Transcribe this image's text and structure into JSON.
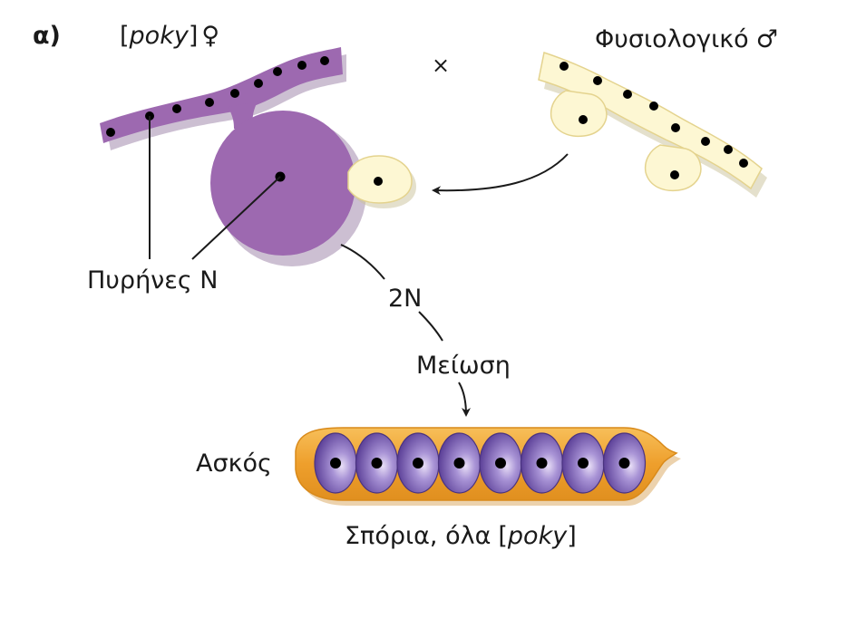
{
  "panel_label": "α)",
  "female": {
    "bracket_open": "[",
    "strain": "poky",
    "bracket_close": "]",
    "sex_symbol": "♀"
  },
  "cross_symbol": "×",
  "male": {
    "label": "Φυσιολογικό",
    "sex_symbol": "♂"
  },
  "nuclei_label": "Πυρήνες Ν",
  "diploid_label": "2Ν",
  "meiosis_label": "Μείωση",
  "ascus_label": "Ασκός",
  "spores": {
    "label": "Σπόρια, όλα",
    "bracket_open": "[",
    "strain": "poky",
    "bracket_close": "]",
    "count": 8
  },
  "colors": {
    "female_purple": "#9d69b0",
    "female_purple_dark": "#7d4e92",
    "male_cream": "#fdf7d3",
    "male_outline": "#e4d38e",
    "ascus_orange": "#f0a32e",
    "spore_purple": "#7f63b8",
    "nucleus": "#000000"
  },
  "icons": {
    "female": "female-sign-icon",
    "male": "male-sign-icon"
  }
}
